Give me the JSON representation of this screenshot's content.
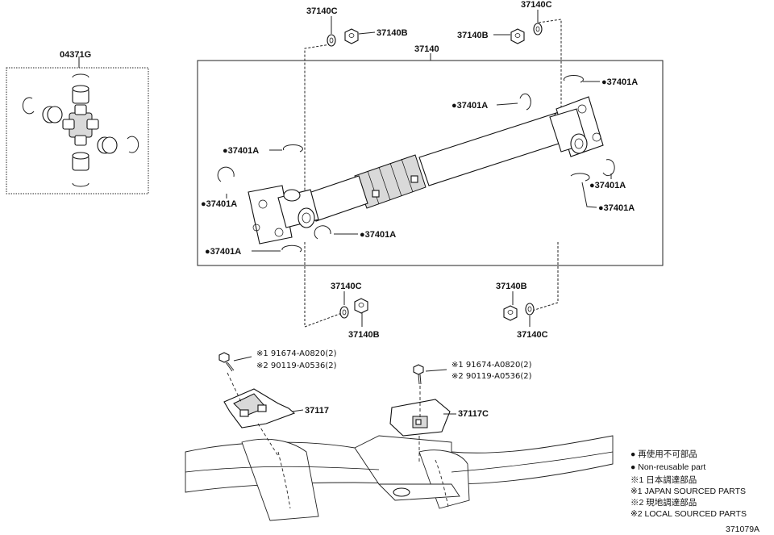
{
  "callouts": {
    "kit": "04371G",
    "shaft_assembly": "37140",
    "washer": "37140C",
    "nut": "37140B",
    "snap_ring": "●37401A",
    "bracket_left": "37117",
    "bracket_right": "37117C"
  },
  "bolt_notes": {
    "left_1": "※1 91674-A0820(2)",
    "left_2": "※2 90119-A0536(2)",
    "right_1": "※1 91674-A0820(2)",
    "right_2": "※2 90119-A0536(2)"
  },
  "legend": {
    "items": [
      "● 再使用不可部品",
      "● Non-reusable part",
      "※1 日本調達部品",
      "※1 JAPAN SOURCED PARTS",
      "※2 現地調達部品",
      "※2 LOCAL SOURCED PARTS"
    ]
  },
  "figure_number": "371079A"
}
